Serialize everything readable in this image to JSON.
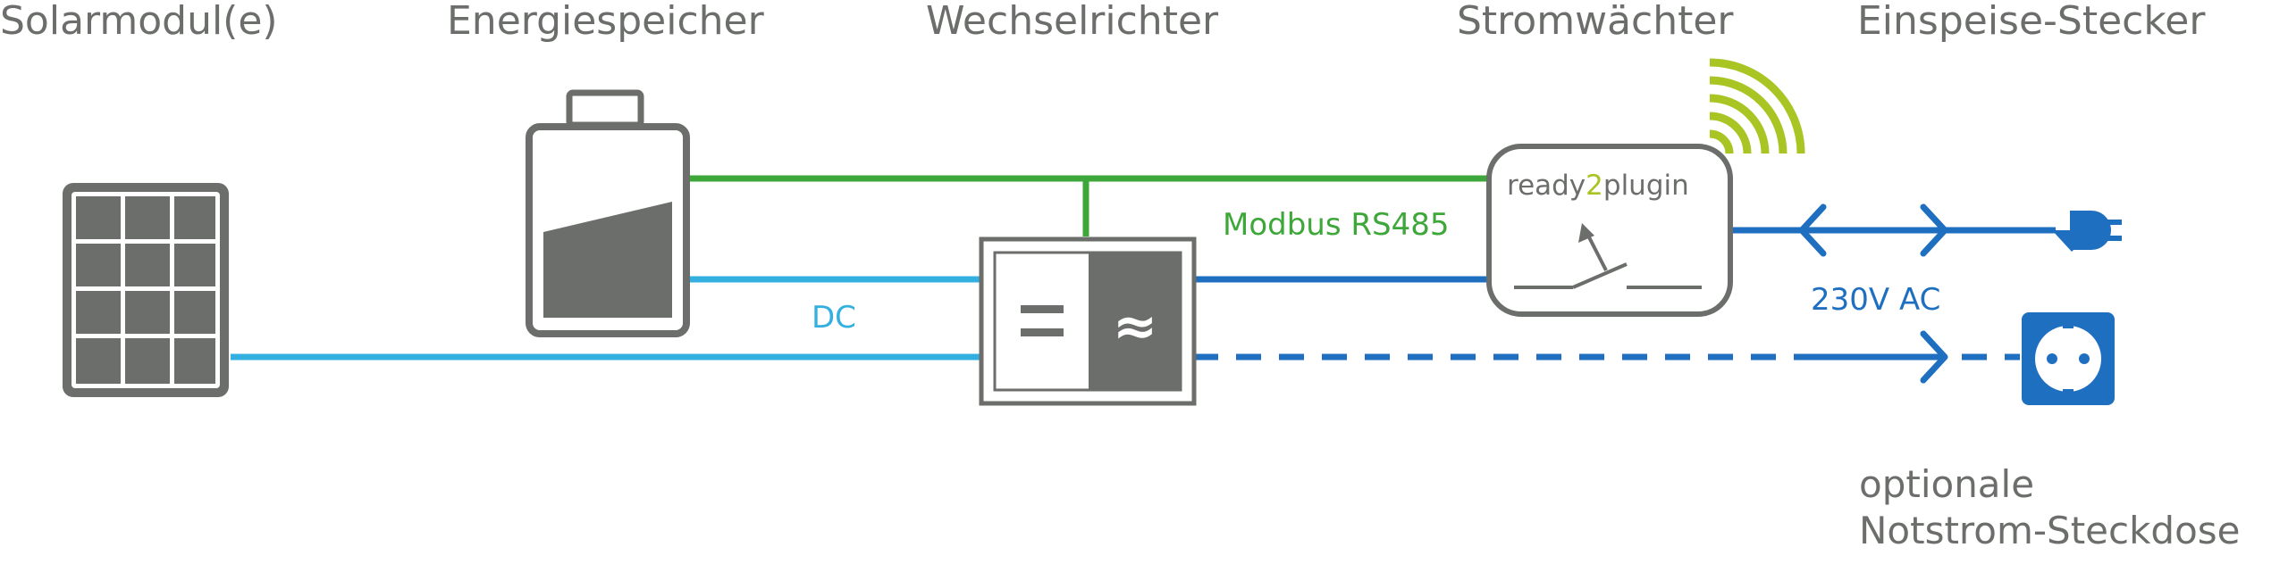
{
  "headers": {
    "solar": "Solarmodul(e)",
    "storage": "Energiespeicher",
    "inverter": "Wechselrichter",
    "meter": "Stromwächter",
    "plug": "Einspeise-Stecker"
  },
  "labels": {
    "modbus": "Modbus RS485",
    "dc": "DC",
    "ac": "230V AC",
    "brand_prefix": "ready",
    "brand_digit": "2",
    "brand_suffix": "plugin",
    "inverter_dc_symbol": "=",
    "inverter_ac_symbol": "≈",
    "emergency_line1": "optionale",
    "emergency_line2": "Notstrom-Steckdose"
  },
  "colors": {
    "gray": "#6b6e6a",
    "green": "#3ea73a",
    "lime": "#a8c523",
    "light_blue": "#33b0e0",
    "dark_blue": "#1f6fc1",
    "white": "#ffffff"
  },
  "icons": [
    "solar-panel-icon",
    "battery-icon",
    "inverter-icon",
    "meter-icon",
    "wifi-icon",
    "switch-icon",
    "plug-icon",
    "socket-icon"
  ]
}
